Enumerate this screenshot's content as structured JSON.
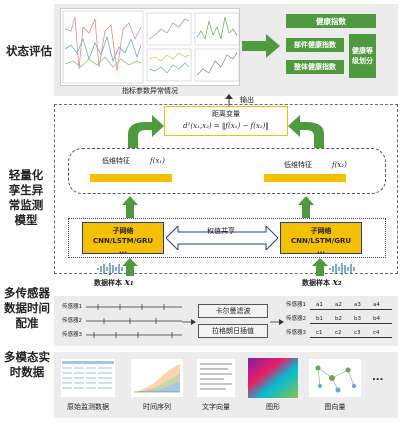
{
  "sections": {
    "state": "状态评估",
    "model": "轻量化孪生异常监测模型",
    "align": "多传感器数据时间配准",
    "multimodal": "多模态实时数据"
  },
  "state_eval": {
    "plot_caption": "指标参数异常情况",
    "health_index": "健康指数",
    "part_health": "部件健康指数",
    "whole_health": "整体健康指数",
    "level": "健康等级划分"
  },
  "model": {
    "output": "输出",
    "distance_title": "距离变量",
    "distance_formula": "d²(x₁,x₂) = ‖f(x₁) − f(x₂)‖",
    "low_feat_left": "低维特征",
    "f_left": "f(x₁)",
    "low_feat_right": "低维特征",
    "f_right": "f(x₂)",
    "subnet": "子网络",
    "subnet_types": "CNN/LSTM/GRU",
    "ellipsis": "...",
    "weight_share": "权值共享",
    "sample_left": "数据样本",
    "x1": "x₁",
    "sample_right": "数据样本",
    "x2": "x₂"
  },
  "align": {
    "kalman": "卡尔曼滤波",
    "lagrange": "拉格朗日插值",
    "left_rows": [
      "传感器1",
      "传感器2",
      "传感器3"
    ],
    "right_rows": [
      {
        "label": "传感器1",
        "cells": [
          "a1",
          "a2",
          "a3",
          "a4"
        ]
      },
      {
        "label": "传感器2",
        "cells": [
          "b1",
          "b2",
          "b3",
          "b4"
        ]
      },
      {
        "label": "传感器3",
        "cells": [
          "c1",
          "c2",
          "c3",
          "c4"
        ]
      }
    ]
  },
  "modal": {
    "raw": "原始监测数据",
    "timeseries": "时间序列",
    "textvec": "文字向量",
    "graphic": "图形",
    "graphvec": "图向量",
    "dots": "..."
  },
  "colors": {
    "green": "#4f9a3e",
    "yellow": "#f5c000",
    "navy": "#2b3f80",
    "panel": "#ececec"
  }
}
